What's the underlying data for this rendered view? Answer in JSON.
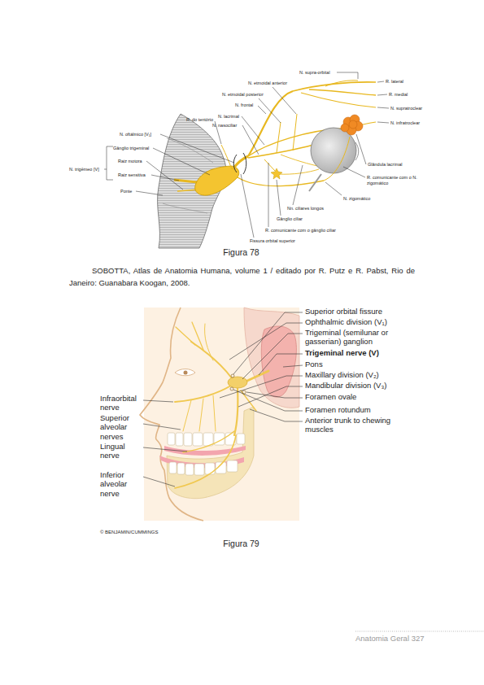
{
  "diagram": {
    "labels": [
      "N. supra-orbital",
      "R. lateral",
      "N. etmoidal anterior",
      "R. medial",
      "N. etmoidal posterior",
      "N. frontal",
      "N. supratroclear",
      "R. do tentório",
      "N. lacrimal",
      "N. infratroclear",
      "N. nasociliar",
      "N. oftálmico [V₁]",
      "Gânglio trigeminal",
      "Raiz motora",
      "N. trigêmeo [V]",
      "Raiz sensitiva",
      "Ponte",
      "Glândula lacrimal",
      "R. comunicante com o N. zigomático",
      "N. zigomático",
      "Nn. ciliares longos",
      "Gânglio ciliar",
      "R. comunicante com o gânglio ciliar",
      "Fissura orbital superior",
      "Figura 78",
      "SOBOTTA, Atlas de Anatomia Humana, volume 1 / editado por R. Putz e R. Pabst, Rio de Janeiro: Guanabara Koogan, 2008.",
      "Superior orbital fissure",
      "Ophthalmic division (V₁)",
      "Trigeminal (semilunar or gasserian) ganglion",
      "Trigeminal nerve (V)",
      "Pons",
      "Maxillary division (V₂)",
      "Mandibular division (V₃)",
      "Foramen ovale",
      "Foramen rotundum",
      "Anterior trunk to chewing muscles",
      "Infraorbital nerve",
      "Superior alveolar nerves",
      "Lingual nerve",
      "Inferior alveolar nerve",
      "© BENJAMIN/CUMMINGS",
      "Figura 79",
      "Anatomia Geral 327"
    ]
  }
}
